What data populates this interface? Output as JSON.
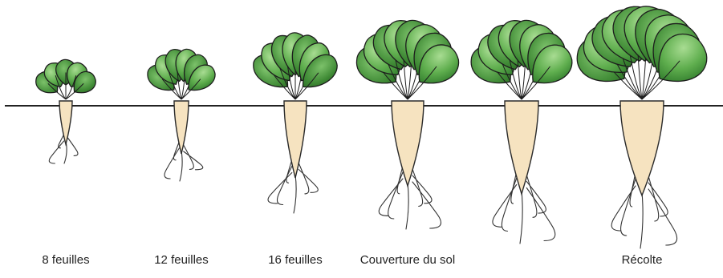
{
  "stages": [
    {
      "label": "8 feuilles"
    },
    {
      "label": "12 feuilles"
    },
    {
      "label": "16 feuilles"
    },
    {
      "label": "Couverture du sol"
    },
    {
      "label": ""
    },
    {
      "label": "Récolte"
    }
  ],
  "colors": {
    "ground_line": "#222222",
    "leaf_dark": "#3f8a35",
    "leaf_light": "#8fd07a",
    "leaf_outline": "#1d1d1d",
    "root_fill": "#f6e3c0",
    "root_outline": "#2a2a2a",
    "rootlet": "#333333",
    "label_text": "#222222"
  }
}
